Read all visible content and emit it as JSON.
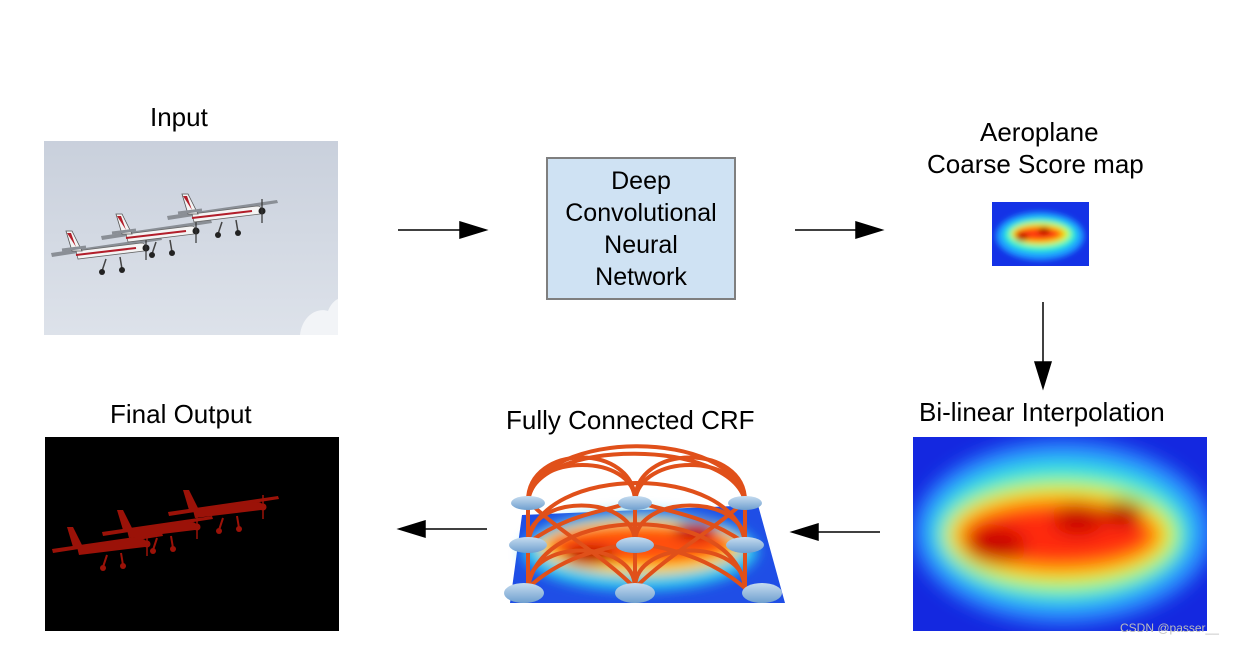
{
  "nodes": {
    "input": {
      "label": "Input"
    },
    "dcnn": {
      "lines": [
        "Deep",
        "Convolutional",
        "Neural",
        "Network"
      ]
    },
    "coarse": {
      "line1": "Aeroplane",
      "line2": "Coarse Score map"
    },
    "bilinear": {
      "label": "Bi-linear Interpolation"
    },
    "crf": {
      "label": "Fully Connected CRF"
    },
    "final": {
      "label": "Final Output"
    }
  },
  "watermark": "CSDN @passer__",
  "colors": {
    "box_fill": "#cfe2f3",
    "box_border": "#7f7f7f",
    "mask": "#9b1208",
    "crf_edges": "#e0501a"
  },
  "icons": {
    "input_image": "aeroplane-photo",
    "final_image": "segmentation-mask",
    "crf_graph": "crf-graph"
  }
}
